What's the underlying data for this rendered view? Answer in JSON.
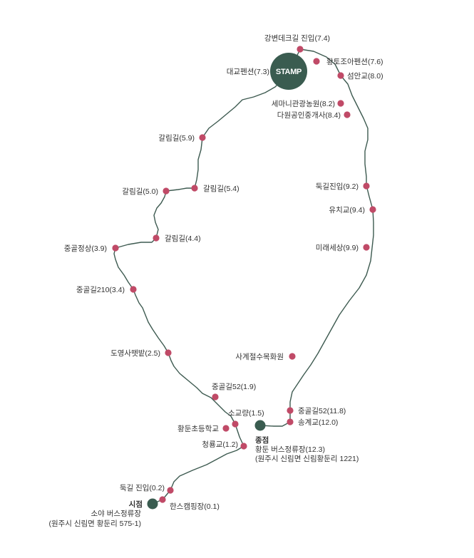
{
  "colors": {
    "route": "#3d5a50",
    "waypoint": "#c04a67",
    "terminal": "#3a5c50",
    "label": "#333333"
  },
  "stamp": {
    "label": "STAMP"
  },
  "waypoints": [
    {
      "id": "wp-gangbyeon-deck",
      "label": "강변데크길 진입(7.4)"
    },
    {
      "id": "wp-hwangto",
      "label": "황토조아펜션(7.6)"
    },
    {
      "id": "wp-seoman",
      "label": "섬안교(8.0)"
    },
    {
      "id": "wp-daegyo",
      "label": "대교펜션(7.3)"
    },
    {
      "id": "wp-semani",
      "label": "세마니관광농원(8.2)"
    },
    {
      "id": "wp-dawon",
      "label": "다원공인중개사(8.4)"
    },
    {
      "id": "wp-galim-59",
      "label": "갈림길(5.9)"
    },
    {
      "id": "wp-galim-50",
      "label": "갈림길(5.0)"
    },
    {
      "id": "wp-galim-54",
      "label": "갈림길(5.4)"
    },
    {
      "id": "wp-dukgil-92",
      "label": "둑길진입(9.2)"
    },
    {
      "id": "wp-yuchi",
      "label": "유치교(9.4)"
    },
    {
      "id": "wp-galim-44",
      "label": "갈림길(4.4)"
    },
    {
      "id": "wp-junggol-39",
      "label": "중골정상(3.9)"
    },
    {
      "id": "wp-miraesesang",
      "label": "미래세상(9.9)"
    },
    {
      "id": "wp-junggol210",
      "label": "중골길210(3.4)"
    },
    {
      "id": "wp-doyoung",
      "label": "도영사뗏밭(2.5)"
    },
    {
      "id": "wp-sagyejeol",
      "label": "사계절수목화원"
    },
    {
      "id": "wp-junggol52-19",
      "label": "중골길52(1.9)"
    },
    {
      "id": "wp-junggol52-118",
      "label": "중골길52(11.8)"
    },
    {
      "id": "wp-sogyoryang",
      "label": "소교량(1.5)"
    },
    {
      "id": "wp-songgye",
      "label": "송계교(12.0)"
    },
    {
      "id": "wp-hwangdun-school",
      "label": "황둔초등학교"
    },
    {
      "id": "wp-cheongryong",
      "label": "청룡교(1.2)"
    },
    {
      "id": "wp-dukgil-02",
      "label": "둑길 진입(0.2)"
    },
    {
      "id": "wp-hans-camping",
      "label": "한스캠핑장(0.1)"
    }
  ],
  "end_point": {
    "title": "종점",
    "line1": "황둔 버스정류장(12.3)",
    "line2": "(원주시 신림면 신림황둔리 1221)"
  },
  "start_point": {
    "title": "시점",
    "line1": "소야 버스정류장",
    "line2": "(원주시 신림면 황둔리 575-1)"
  }
}
